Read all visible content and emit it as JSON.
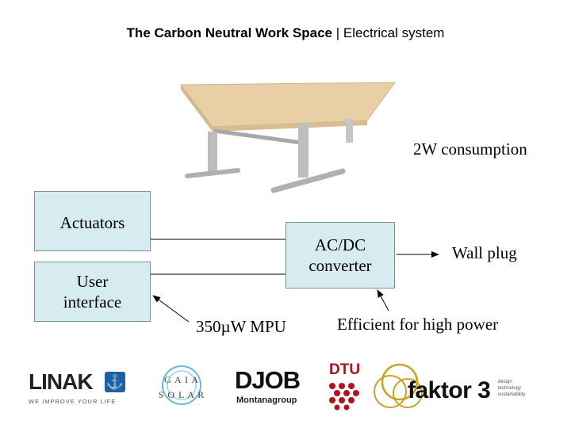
{
  "title": {
    "bold": "The Carbon Neutral Work Space",
    "separator": "|",
    "rest": "Electrical system"
  },
  "desk_label": "2W consumption",
  "boxes": {
    "actuators": "Actuators",
    "user_interface_line1": "User",
    "user_interface_line2": "interface",
    "converter_line1": "AC/DC",
    "converter_line2": "converter"
  },
  "labels": {
    "wall_plug": "Wall plug",
    "mpu": "350µW MPU",
    "efficient": "Efficient for high power"
  },
  "logos": {
    "linak": "LINAK",
    "linak_tagline": "WE IMPROVE YOUR LIFE",
    "gaia_line1": "G A I A",
    "gaia_line2": "S O L A R",
    "djob": "DJOB",
    "djob_sub": "Montanagroup",
    "dtu": "DTU",
    "faktor": "faktor 3",
    "faktor_sub1": "design",
    "faktor_sub2": "technology",
    "faktor_sub3": "sustainability"
  },
  "colors": {
    "box_fill": "#d7ecf1",
    "box_border": "#7a8f96",
    "desk_top": "#e8cfa6",
    "desk_frame": "#b8b8b8",
    "linak_blue": "#1f5fa8",
    "dtu_red": "#b0121e",
    "faktor_gold": "#c9a227"
  }
}
